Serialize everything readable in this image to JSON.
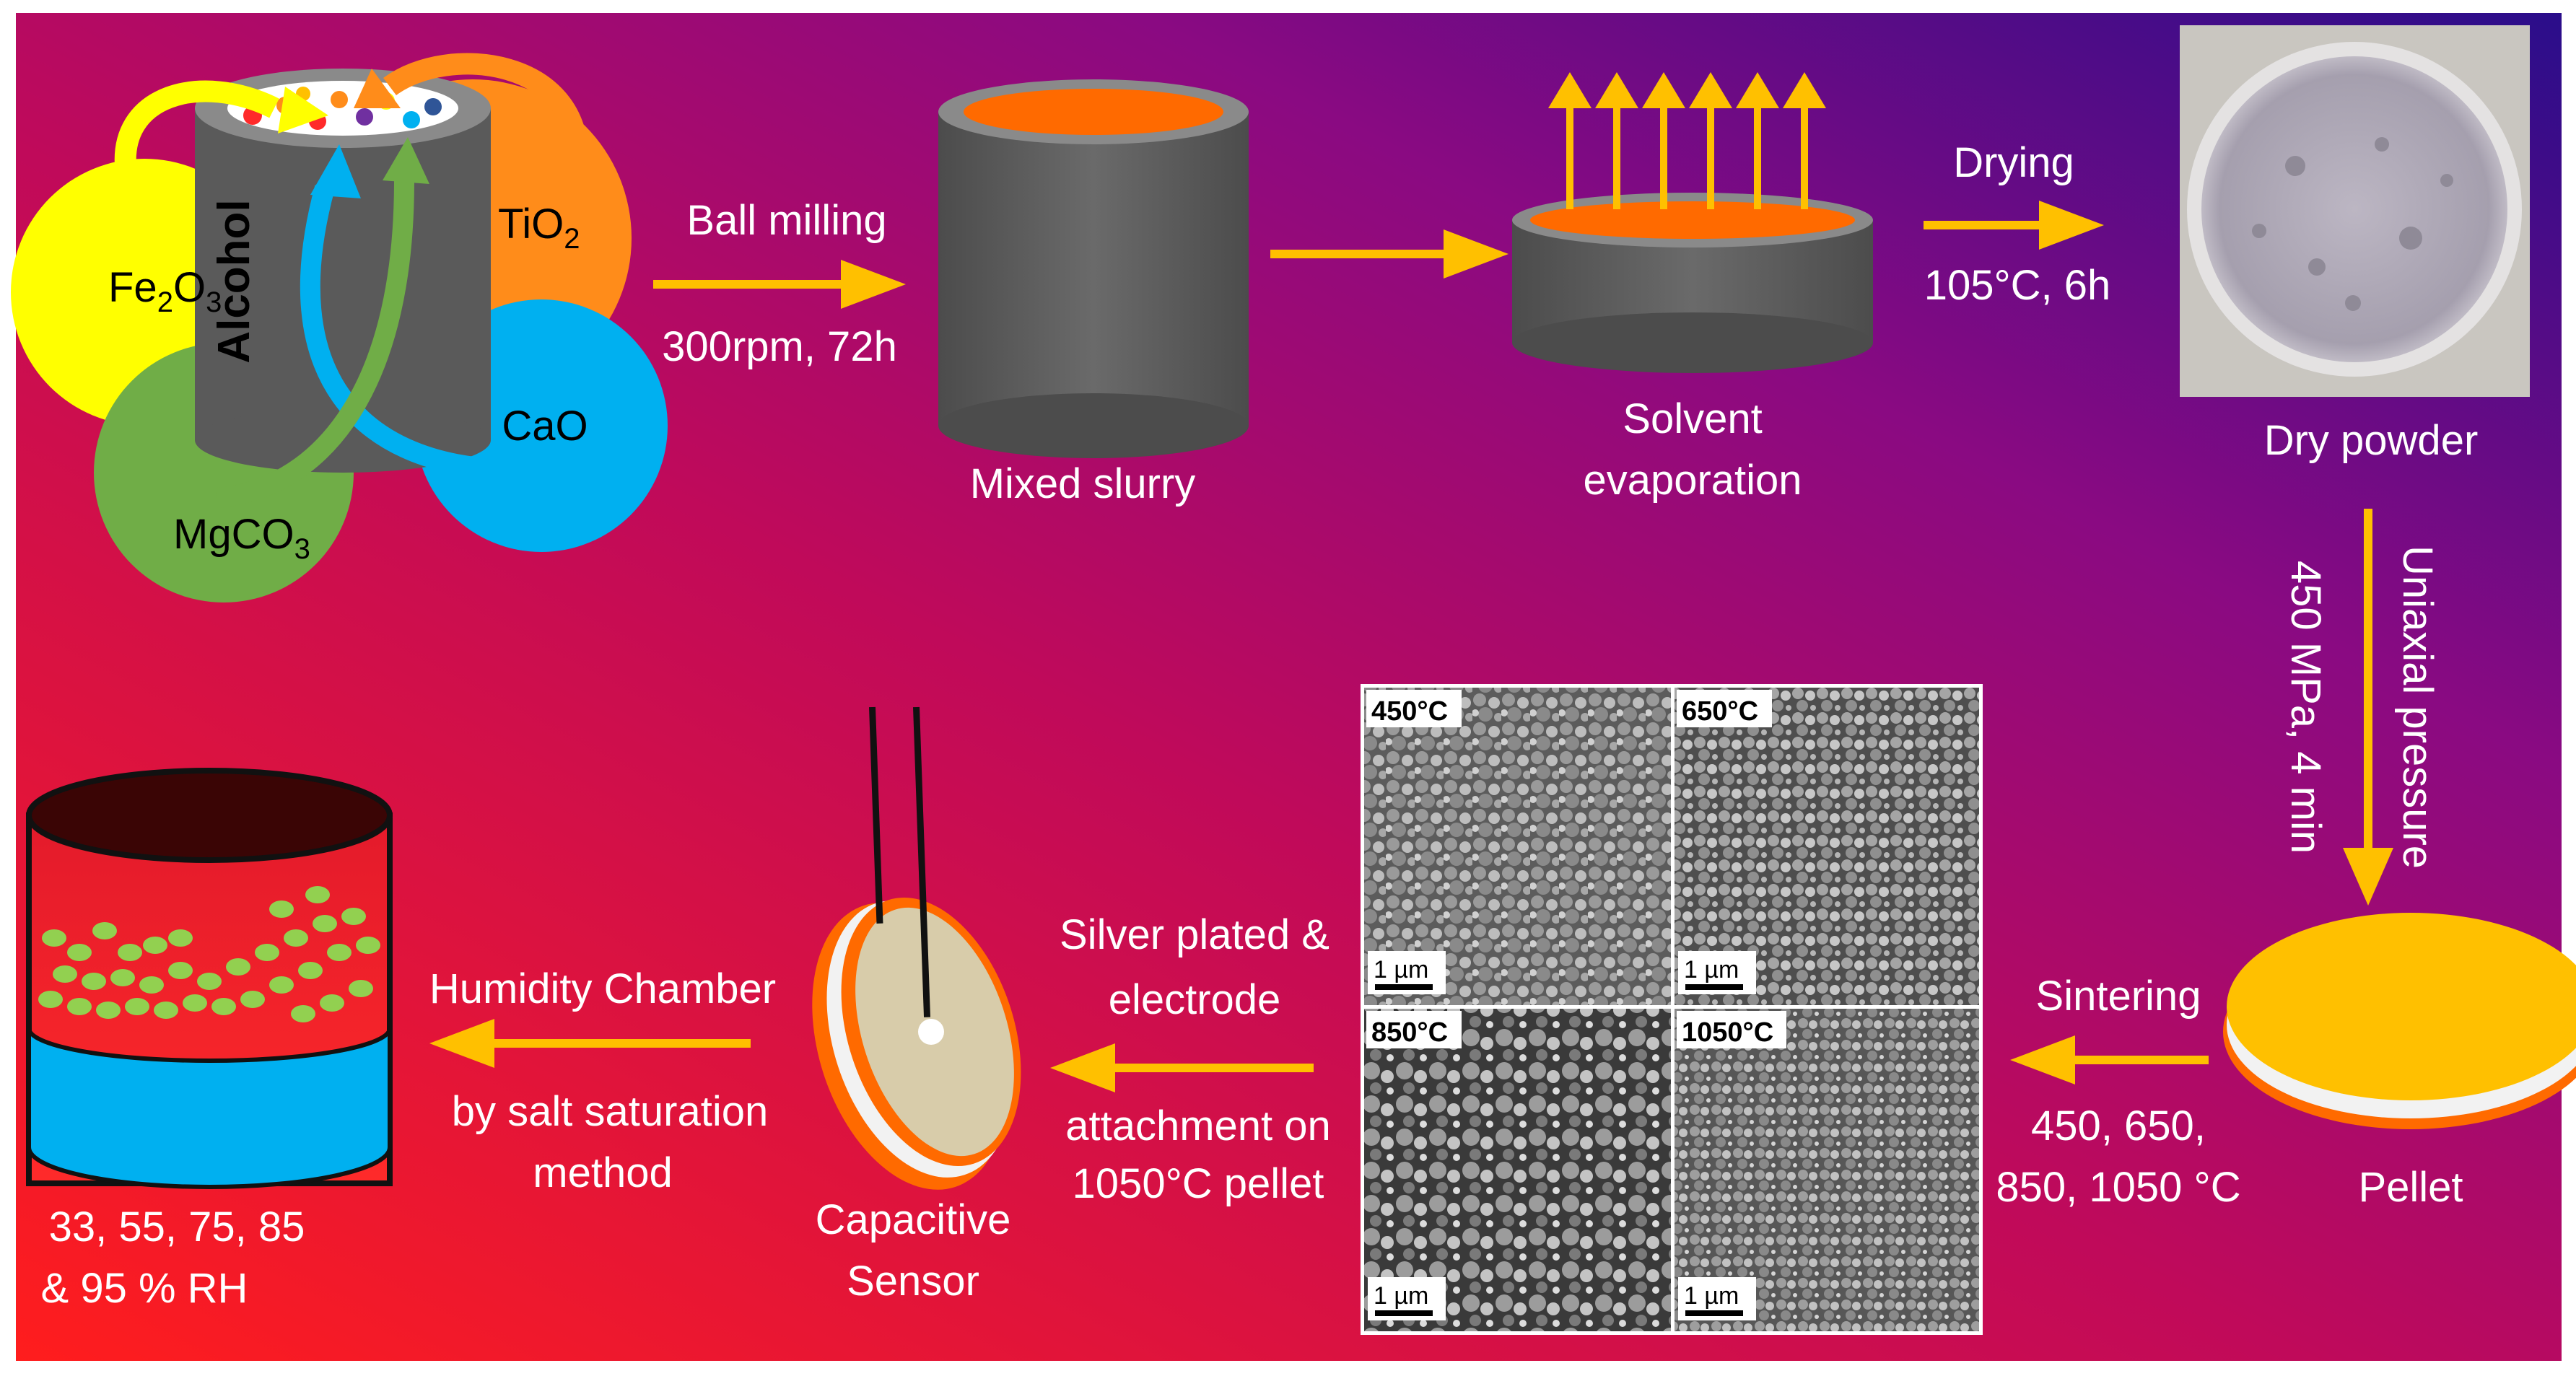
{
  "colors": {
    "background_top_right": "#2f0d88",
    "background_mid": "#8c0c7a",
    "background_bottom_left": "#ff1a2e",
    "arrow": "#ffc000",
    "cylinder": "#5f5f5f",
    "slurry": "#ff6a00",
    "pellet": "#ffc000",
    "water": "#00b0f0",
    "beads": "#92d050"
  },
  "reactants": {
    "fe2o3": {
      "base": "Fe",
      "sub1": "2",
      "mid": "O",
      "sub2": "3",
      "color": "#ffff00"
    },
    "tio2": {
      "base": "TiO",
      "sub1": "2",
      "color": "#ff8c1a"
    },
    "cao": {
      "label": "CaO",
      "color": "#00b0f0"
    },
    "mgco3": {
      "base": "MgCO",
      "sub1": "3",
      "color": "#70ad47"
    },
    "jar_label": "Alcohol"
  },
  "steps": {
    "ball_milling": {
      "title": "Ball milling",
      "condition": "300rpm, 72h"
    },
    "mixed_slurry": "Mixed slurry",
    "solvent_line1": "Solvent",
    "solvent_line2": "evaporation",
    "drying": {
      "title": "Drying",
      "condition": "105°C, 6h"
    },
    "dry_powder": "Dry powder",
    "pressing": {
      "line1": "Uniaxial pressure",
      "line2": "450 MPa, 4 min"
    },
    "pellet": "Pellet",
    "sintering": {
      "title": "Sintering",
      "line1": "450, 650,",
      "line2": "850, 1050 °C"
    },
    "silver": {
      "line1": "Silver plated &",
      "line2": "electrode",
      "line3": "attachment on",
      "line4": "1050°C pellet"
    },
    "sensor": {
      "line1": "Capacitive",
      "line2": "Sensor"
    },
    "humidity": {
      "line1": "Humidity Chamber",
      "line2": "by salt saturation",
      "line3": "method"
    },
    "rh": {
      "line1": "33, 55, 75, 85",
      "line2": "& 95 % RH"
    }
  },
  "sem": {
    "panels": [
      "450°C",
      "650°C",
      "850°C",
      "1050°C"
    ],
    "scale": "1 µm"
  }
}
